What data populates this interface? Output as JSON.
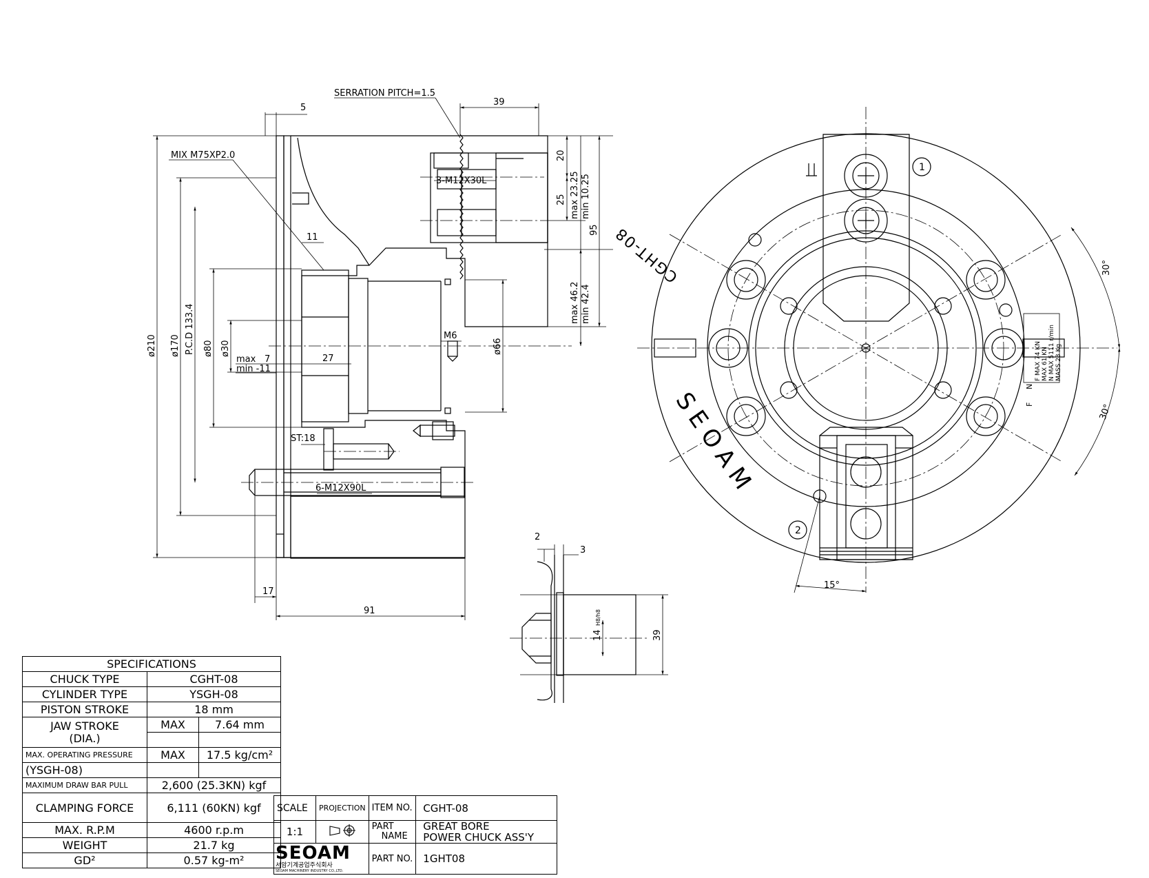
{
  "drawing": {
    "side_view": {
      "serration": "SERRATION PITCH=1.5",
      "thread": "MIX M75XP2.0",
      "dim_5": "5",
      "dim_39_top": "39",
      "dim_11": "11",
      "dim_20": "20",
      "dim_25": "25",
      "dim_max_23_25": "max 23.25",
      "dim_min_10_25": "min 10.25",
      "dim_95": "95",
      "dim_max_46_2": "max 46.2",
      "dim_min_42_4": "min 42.4",
      "bolt_jaw": "3-M12X30L",
      "bolt_body": "6-M12X90L",
      "thread_m6": "M6",
      "dia_66": "ø66",
      "dia_210": "ø210",
      "dia_170": "ø170",
      "pcd": "P.C.D 133.4",
      "dia_80": "ø80",
      "dia_30": "ø30",
      "stroke_max_label": "max",
      "stroke_max_val": "7",
      "stroke_min": "min -11",
      "dim_27": "27",
      "st18": "ST:18",
      "dim_17": "17",
      "dim_91": "91"
    },
    "detail_view": {
      "dim_2": "2",
      "dim_3": "3",
      "dim_14": "14",
      "fit": "H8/h8",
      "dim_39": "39"
    },
    "front_view": {
      "marking_model": "CGHT-08",
      "marking_brand": "SEOAM",
      "jaw_mark_1": "1",
      "jaw_mark_2": "2",
      "angle_30a": "30°",
      "angle_30b": "30°",
      "angle_15": "15°",
      "nameplate": [
        "F MAX  74 KN",
        "MAX  61 KN",
        "N MAX 5111 r/min",
        "MASS  23 Kg"
      ],
      "nameplate_sym": [
        "N",
        "F"
      ]
    }
  },
  "specifications": {
    "title": "SPECIFICATIONS",
    "chuck_type_label": "CHUCK TYPE",
    "chuck_type": "CGHT-08",
    "cylinder_type_label": "CYLINDER TYPE",
    "cylinder_type": "YSGH-08",
    "piston_stroke_label": "PISTON STROKE",
    "piston_stroke": "18 mm",
    "jaw_stroke_label": "JAW STROKE",
    "jaw_stroke_sub": "(DIA.)",
    "jaw_stroke_max": "MAX",
    "jaw_stroke": "7.64 mm",
    "pressure_label": "MAX. OPERATING PRESSURE",
    "pressure_sub": "(YSGH-08)",
    "pressure_max": "MAX",
    "pressure": "17.5 kg/cm²",
    "draw_bar_label": "MAXIMUM DRAW BAR PULL",
    "draw_bar": "2,600 (25.3KN) kgf",
    "clamping_label": "CLAMPING FORCE",
    "clamping": "6,111 (60KN) kgf",
    "rpm_label": "MAX. R.P.M",
    "rpm": "4600 r.p.m",
    "weight_label": "WEIGHT",
    "weight": "21.7 kg",
    "gd2_label": "GD²",
    "gd2": "0.57 kg-m²"
  },
  "title_block": {
    "scale_label": "SCALE",
    "scale": "1:1",
    "projection_label": "PROJECTION",
    "item_no_label": "ITEM NO.",
    "item_no": "CGHT-08",
    "part_label": "PART",
    "name_label": "NAME",
    "part_name_1": "GREAT BORE",
    "part_name_2": "POWER CHUCK ASS'Y",
    "part_no_label": "PART NO.",
    "part_no": "1GHT08",
    "company_logo": "SEOAM",
    "company_korean": "서암기계공업주식회사",
    "company_english": "SEOAM MACHINERY INDUSTRY CO.,LTD."
  }
}
